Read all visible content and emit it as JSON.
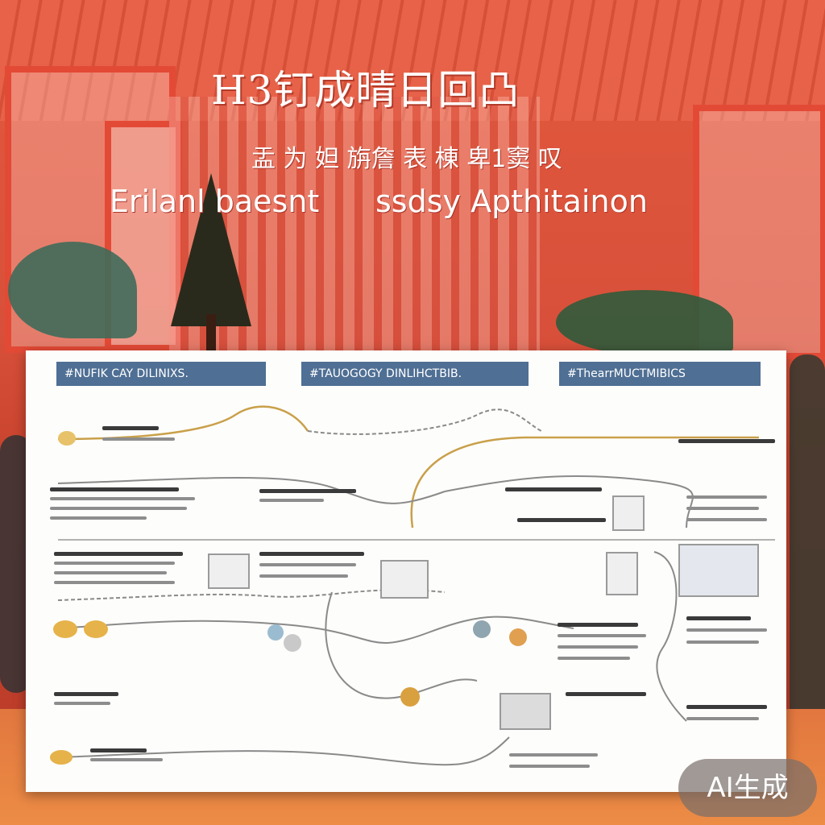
{
  "header": {
    "title": "H3钉成晴日回凸",
    "subtitle": "盂 为 妲 旃詹 表 棟 卑1窦 叹",
    "tagline_left": "Erilanl baesnt",
    "tagline_right": "ssdsy Apthitainon"
  },
  "panel": {
    "section_headers": [
      "#NUFIK CAY DILINIXS.",
      "#TAUOGOGY DINLIHCTBIB.",
      "#ThearrMUCTMIBICS"
    ]
  },
  "watermark": {
    "label": "AI生成"
  },
  "colors": {
    "background": "#d9543a",
    "panel_header": "#4f6f94",
    "route_gold": "#c9a04a",
    "route_gray": "#8a8a8a"
  }
}
